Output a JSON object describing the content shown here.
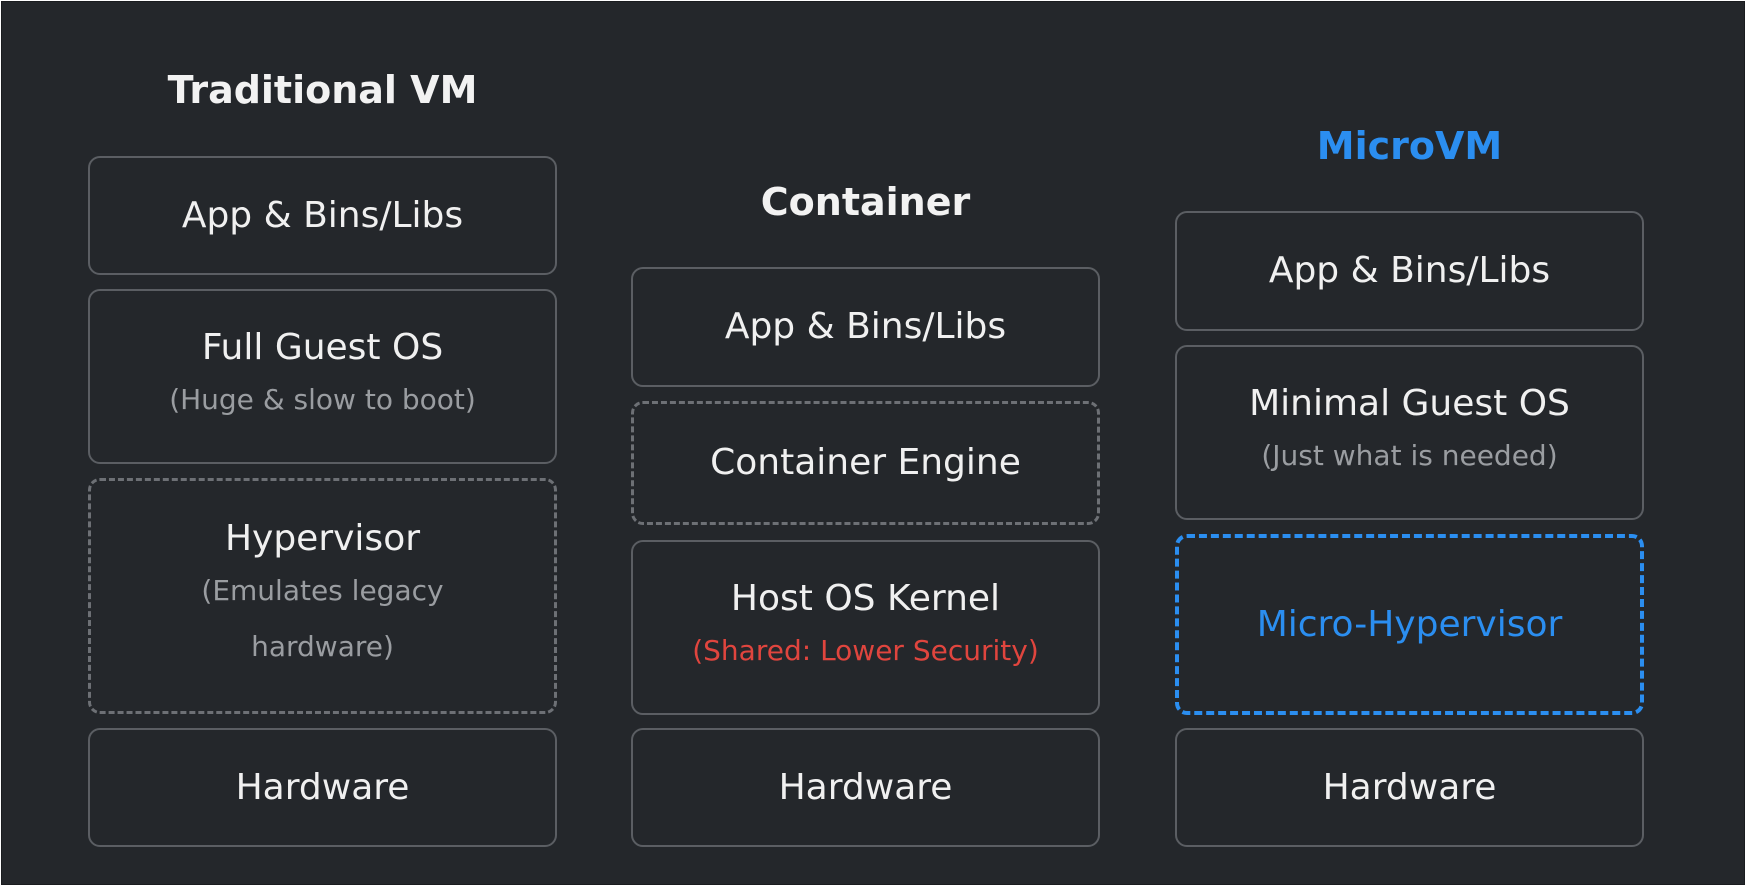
{
  "colors": {
    "background": "#24272b",
    "text": "#f0f0f0",
    "muted": "#9a9da1",
    "accent": "#2b8ef0",
    "warning": "#e0453e",
    "border": "#5b5e63"
  },
  "columns": {
    "traditional_vm": {
      "title": "Traditional VM",
      "layers": {
        "app": {
          "label": "App & Bins/Libs"
        },
        "guest_os": {
          "label": "Full Guest OS",
          "note": "(Huge & slow to boot)"
        },
        "hypervisor": {
          "label": "Hypervisor",
          "note": "(Emulates legacy hardware)"
        },
        "hardware": {
          "label": "Hardware"
        }
      }
    },
    "container": {
      "title": "Container",
      "layers": {
        "app": {
          "label": "App & Bins/Libs"
        },
        "engine": {
          "label": "Container Engine"
        },
        "kernel": {
          "label": "Host OS Kernel",
          "note": "(Shared: Lower Security)"
        },
        "hardware": {
          "label": "Hardware"
        }
      }
    },
    "microvm": {
      "title": "MicroVM",
      "layers": {
        "app": {
          "label": "App & Bins/Libs"
        },
        "guest_os": {
          "label": "Minimal Guest OS",
          "note": "(Just what is needed)"
        },
        "hypervisor": {
          "label": "Micro-Hypervisor"
        },
        "hardware": {
          "label": "Hardware"
        }
      }
    }
  }
}
